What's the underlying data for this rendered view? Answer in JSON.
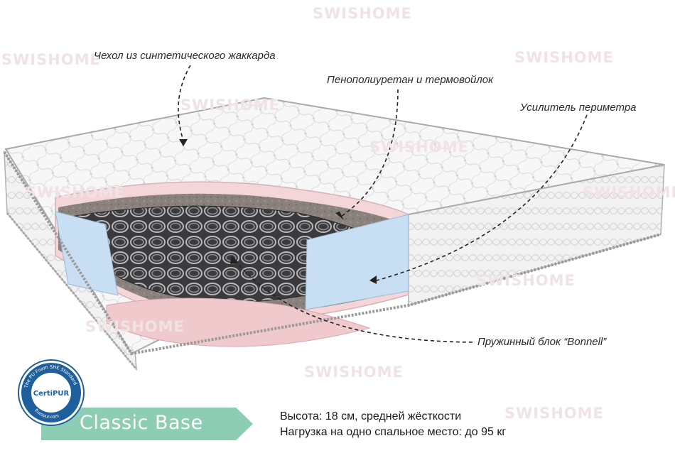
{
  "watermark_text": "SWISHOME",
  "callouts": {
    "cover": "Чехол из синтетического жаккарда",
    "foam": "Пенополиуретан и термовойлок",
    "perimeter": "Усилитель периметра",
    "springs": "Пружинный блок “Bonnell”"
  },
  "badge": {
    "brand": "CertiPUR",
    "ring_top": "The PU Foam SHE Standard",
    "ring_bottom": "Europur.com"
  },
  "product": {
    "name": "Classic Base",
    "height_spec": "Высота: 18 см, средней жёсткости",
    "load_spec": "Нагрузка на одно спальное место: до 95 кг"
  },
  "colors": {
    "banner": "#8ccdb3",
    "badge_blue": "#1f5f9c",
    "foam_pink": "#f4d6d8",
    "edge_foam": "#c8def3"
  }
}
